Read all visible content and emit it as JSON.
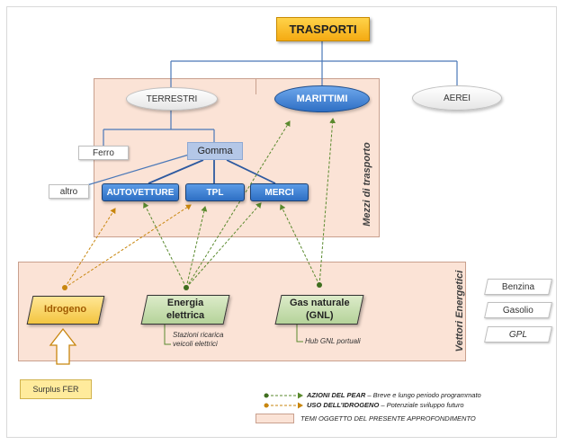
{
  "root": {
    "label": "TRASPORTI"
  },
  "categories": {
    "terrestri": "TERRESTRI",
    "marittimi": "MARITTIMI",
    "aerei": "AEREI"
  },
  "terrestri_children": {
    "ferro": "Ferro",
    "gomma": "Gomma",
    "altro": "altro"
  },
  "gomma_children": {
    "autovetture": "AUTOVETTURE",
    "tpl": "TPL",
    "merci": "MERCI"
  },
  "region_labels": {
    "mezzi": "Mezzi di trasporto",
    "vettori": "Vettori Energetici"
  },
  "vectors": {
    "idrogeno": "Idrogeno",
    "energia_line1": "Energia",
    "energia_line2": "elettrica",
    "gas_line1": "Gas naturale",
    "gas_line2": "(GNL)"
  },
  "vector_notes": {
    "energia_line1": "Stazioni ricarica",
    "energia_line2": "veicoli elettrici",
    "gas": "Hub GNL portuali"
  },
  "other_fuels": {
    "benzina": "Benzina",
    "gasolio": "Gasolio",
    "gpl": "GPL"
  },
  "surplus": "Surplus FER",
  "legend": {
    "pear_title": "AZIONI DEL PEAR",
    "pear_desc": " – Breve e lungo periodo programmato",
    "idrogeno_title": "USO DELL’IDROGENO",
    "idrogeno_desc": " – Potenziale sviluppo futuro",
    "temi": "TEMI OGGETTO DEL PRESENTE APPROFONDIMENTO"
  },
  "colors": {
    "green_arrow": "#5a8a2e",
    "orange_arrow": "#c8860e",
    "blue_line": "#4a78b8",
    "region_fill": "#fbe3d6"
  }
}
